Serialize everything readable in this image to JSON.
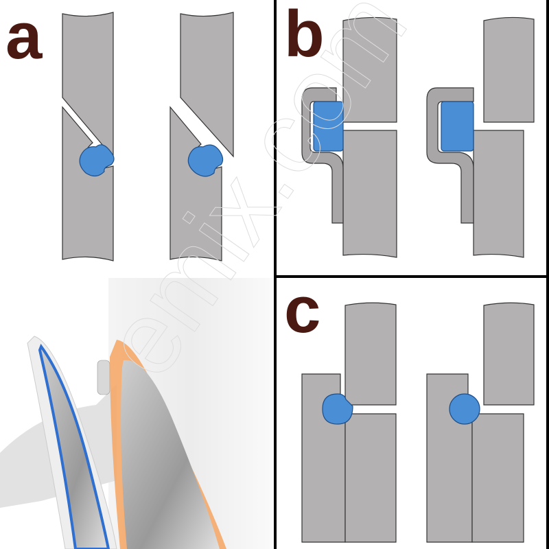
{
  "panels": [
    {
      "label": "a"
    },
    {
      "label": "b"
    },
    {
      "label": "c"
    }
  ],
  "colors": {
    "label": "#4a1a12",
    "plate": "#b3b1b2",
    "seal": "#4a8ed6",
    "orange_ring": "#f4a460",
    "blue_ring": "#2f6fd0"
  },
  "watermark": "emix.com"
}
